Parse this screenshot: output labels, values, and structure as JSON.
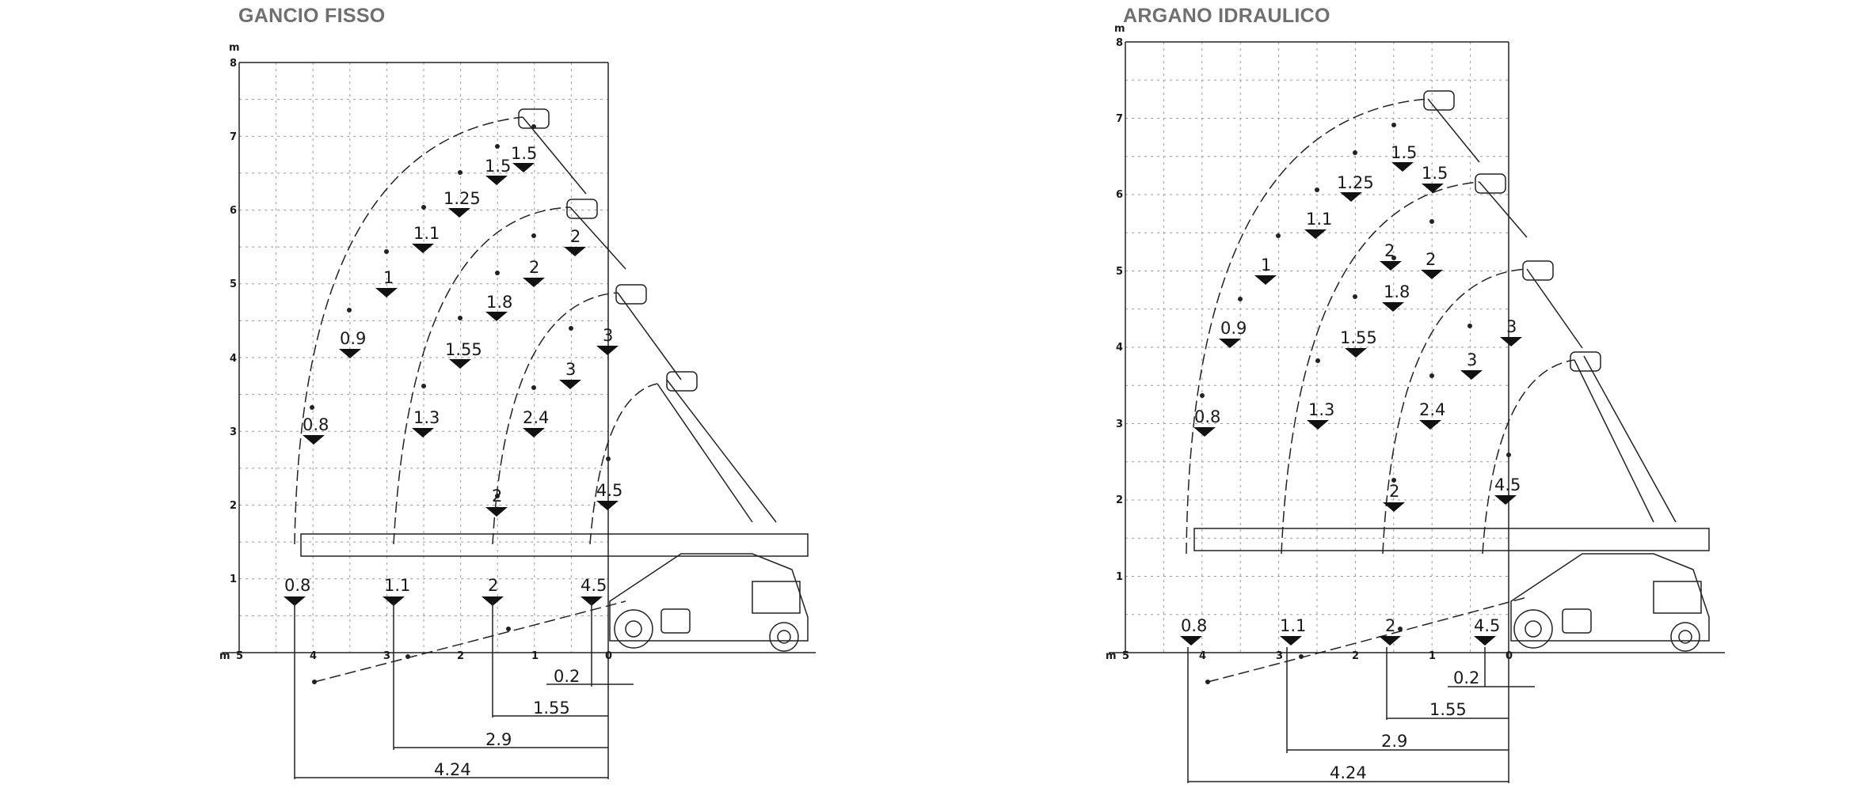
{
  "panels": [
    {
      "title": "GANCIO FISSO",
      "unit": "m",
      "x_ticks": [
        "5",
        "4",
        "3",
        "2",
        "1",
        "0"
      ],
      "y_ticks": [
        "1",
        "2",
        "3",
        "4",
        "5",
        "6",
        "7",
        "8"
      ],
      "load_labels": [
        "1.5",
        "1.5",
        "1.25",
        "1.1",
        "1",
        "2",
        "2",
        "1.8",
        "0.9",
        "1.55",
        "3",
        "3",
        "0.8",
        "1.3",
        "2.4",
        "2",
        "4.5",
        "0.8",
        "1.1",
        "2",
        "4.5"
      ],
      "dimensions": [
        "0.2",
        "1.55",
        "2.9",
        "4.24"
      ]
    },
    {
      "title": "ARGANO IDRAULICO",
      "unit": "m",
      "x_ticks": [
        "5",
        "4",
        "3",
        "2",
        "1",
        "0"
      ],
      "y_ticks": [
        "1",
        "2",
        "3",
        "4",
        "5",
        "6",
        "7",
        "8"
      ],
      "load_labels": [
        "1.5",
        "1.5",
        "1.25",
        "1.1",
        "2",
        "2",
        "1",
        "1.8",
        "0.9",
        "1.55",
        "3",
        "3",
        "0.8",
        "1.3",
        "2.4",
        "2",
        "4.5",
        "0.8",
        "1.1",
        "2",
        "4.5"
      ],
      "dimensions": [
        "0.2",
        "1.55",
        "2.9",
        "4.24"
      ]
    }
  ]
}
